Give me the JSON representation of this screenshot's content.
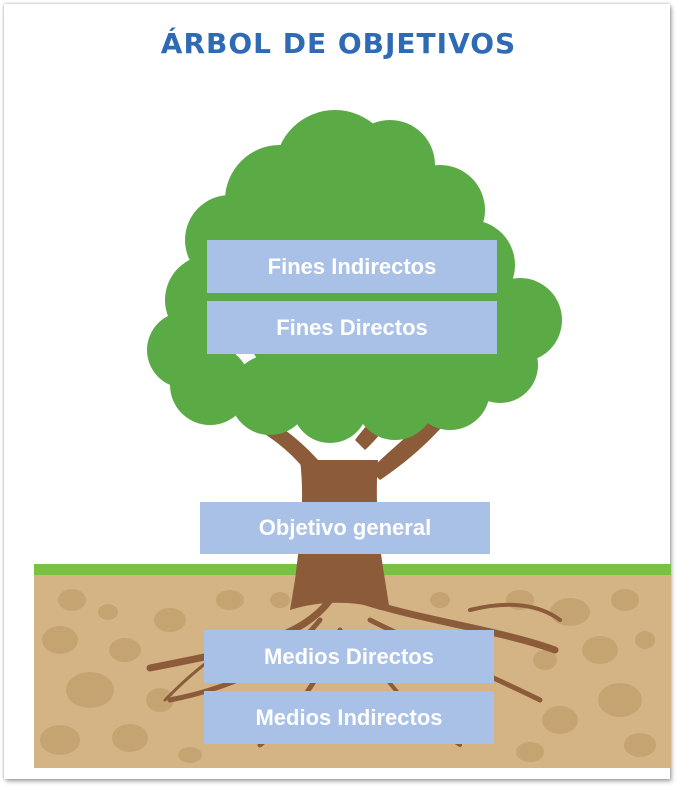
{
  "title": "ÁRBOL DE OBJETIVOS",
  "colors": {
    "title": "#2e6bb4",
    "foliage": "#5aaa46",
    "foliage_dark": "#4f9a3c",
    "trunk": "#8c5b3a",
    "soil": "#d4b485",
    "stone": "#c6a472",
    "grass": "#79c142",
    "box": "#a9c1e6",
    "box_text": "#ffffff"
  },
  "boxes": {
    "fines_indirectos": "Fines Indirectos",
    "fines_directos": "Fines Directos",
    "objetivo_general": "Objetivo general",
    "medios_directos": "Medios Directos",
    "medios_indirectos": "Medios Indirectos"
  }
}
